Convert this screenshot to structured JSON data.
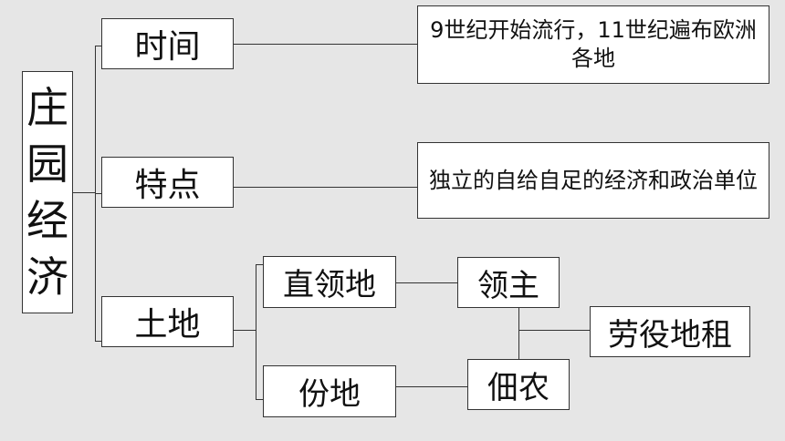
{
  "root": {
    "label": "庄园经济"
  },
  "branches": {
    "time": {
      "label": "时间",
      "desc": "9世纪开始流行，11世纪遍布欧洲各地"
    },
    "feature": {
      "label": "特点",
      "desc": "独立的自给自足的经济和政治单位"
    },
    "land": {
      "label": "土地",
      "domain": "直领地",
      "lord": "领主",
      "plot": "份地",
      "serf": "佃农",
      "rent": "劳役地租"
    }
  },
  "colors": {
    "background": "#e6e6e6",
    "box": "#ffffff",
    "line": "#333333"
  }
}
